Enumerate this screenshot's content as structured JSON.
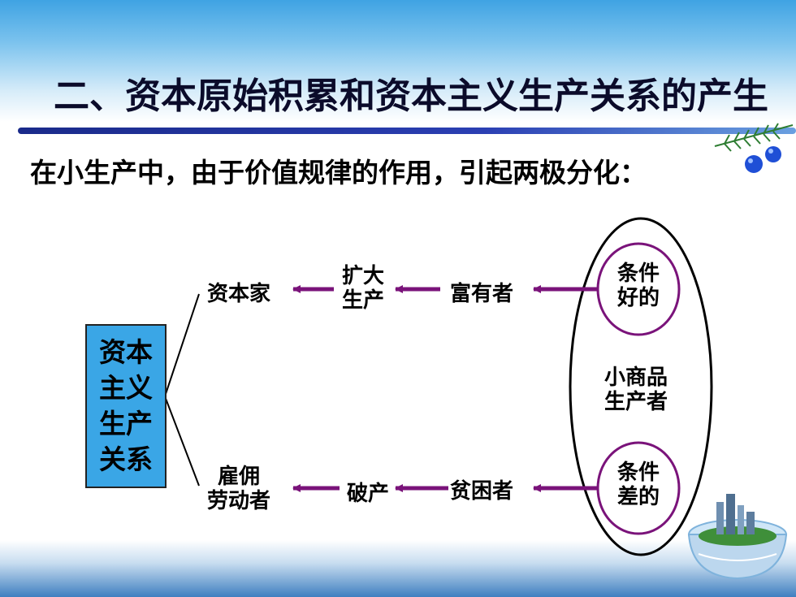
{
  "title": "二、资本原始积累和资本主义生产关系的产生",
  "subtitle": "在小生产中，由于价值规律的作用，引起两极分化：",
  "diagram": {
    "root": [
      "资本",
      "主义",
      "生产",
      "关系"
    ],
    "upper_branch": {
      "class": "资本家",
      "action": [
        "扩大",
        "生产"
      ],
      "group": "富有者",
      "condition": [
        "条件",
        "好的"
      ]
    },
    "lower_branch": {
      "class": [
        "雇佣",
        "劳动者"
      ],
      "action": "破产",
      "group": "贫困者",
      "condition": [
        "条件",
        "差的"
      ]
    },
    "center": [
      "小商品",
      "生产者"
    ],
    "colors": {
      "arrow": "#7a137a",
      "circle": "#7a137a",
      "box": "#3aa6e6",
      "oval": "#000000"
    }
  }
}
